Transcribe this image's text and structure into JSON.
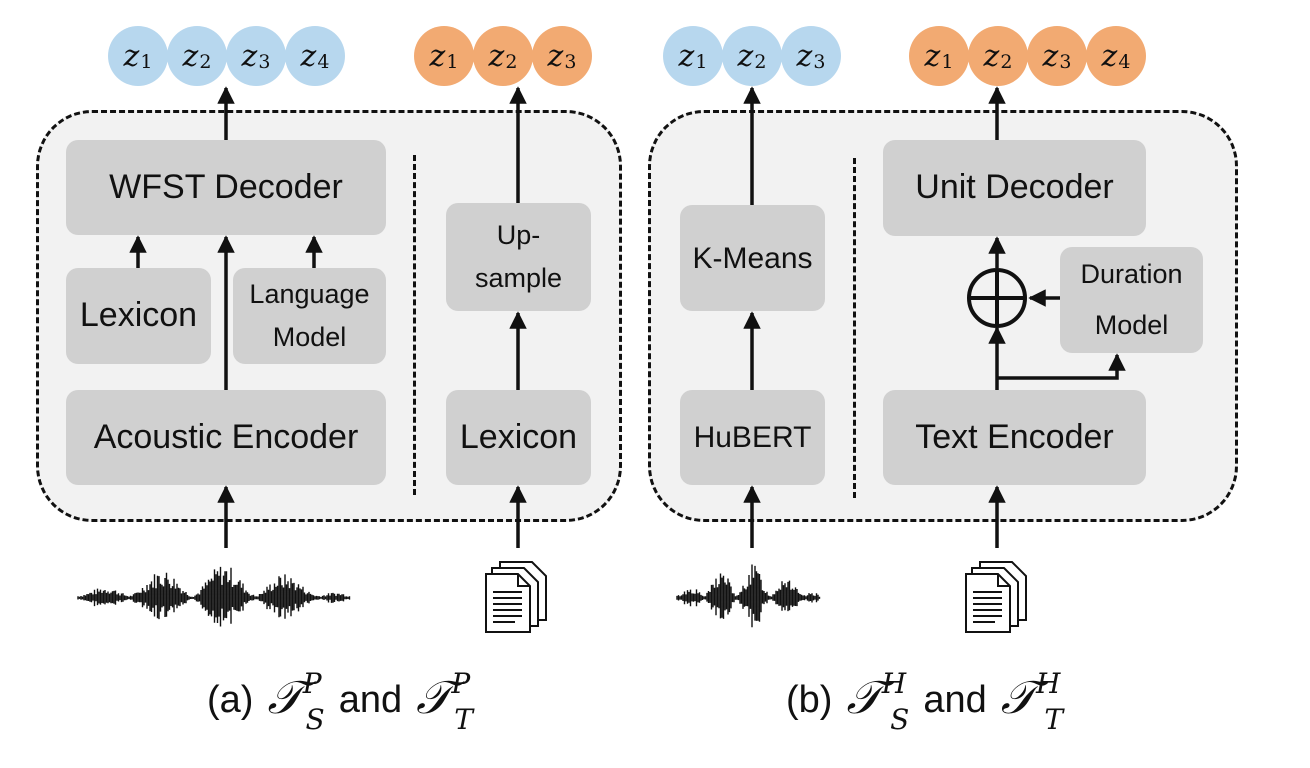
{
  "panel_a": {
    "tokens": [
      {
        "letter": "z",
        "sub": "1"
      },
      {
        "letter": "z",
        "sub": "2"
      },
      {
        "letter": "z",
        "sub": "3"
      },
      {
        "letter": "z",
        "sub": "4"
      }
    ],
    "tokens_right": [
      {
        "letter": "z",
        "sub": "1"
      },
      {
        "letter": "z",
        "sub": "2"
      },
      {
        "letter": "z",
        "sub": "3"
      }
    ],
    "wfst_decoder": "WFST Decoder",
    "lexicon": "Lexicon",
    "language_model_line1": "Language",
    "language_model_line2": "Model",
    "acoustic_encoder": "Acoustic Encoder",
    "upsample_line1": "Up-",
    "upsample_line2": "sample",
    "lexicon_right": "Lexicon",
    "caption_label": "(a)",
    "caption_and": "and",
    "caption_sym1": "𝒯",
    "caption_sub1": "S",
    "caption_sup1": "P",
    "caption_sym2": "𝒯",
    "caption_sub2": "T",
    "caption_sup2": "P"
  },
  "panel_b": {
    "tokens": [
      {
        "letter": "z",
        "sub": "1"
      },
      {
        "letter": "z",
        "sub": "2"
      },
      {
        "letter": "z",
        "sub": "3"
      }
    ],
    "tokens_right": [
      {
        "letter": "z",
        "sub": "1"
      },
      {
        "letter": "z",
        "sub": "2"
      },
      {
        "letter": "z",
        "sub": "3"
      },
      {
        "letter": "z",
        "sub": "4"
      }
    ],
    "kmeans": "K-Means",
    "hubert": "HuBERT",
    "unit_decoder": "Unit Decoder",
    "duration_model_line1": "Duration",
    "duration_model_line2": "Model",
    "text_encoder": "Text Encoder",
    "caption_label": "(b)",
    "caption_and": "and",
    "caption_sym1": "𝒯",
    "caption_sub1": "S",
    "caption_sup1": "H",
    "caption_sym2": "𝒯",
    "caption_sub2": "T",
    "caption_sup2": "H"
  },
  "colors": {
    "blue_token": "#b7d7ee",
    "orange_token": "#f2aa72",
    "box": "#d0d0d0",
    "panel": "#f2f2f2"
  },
  "icons": [
    "waveform-icon",
    "document-icon",
    "sum-circle-icon"
  ]
}
